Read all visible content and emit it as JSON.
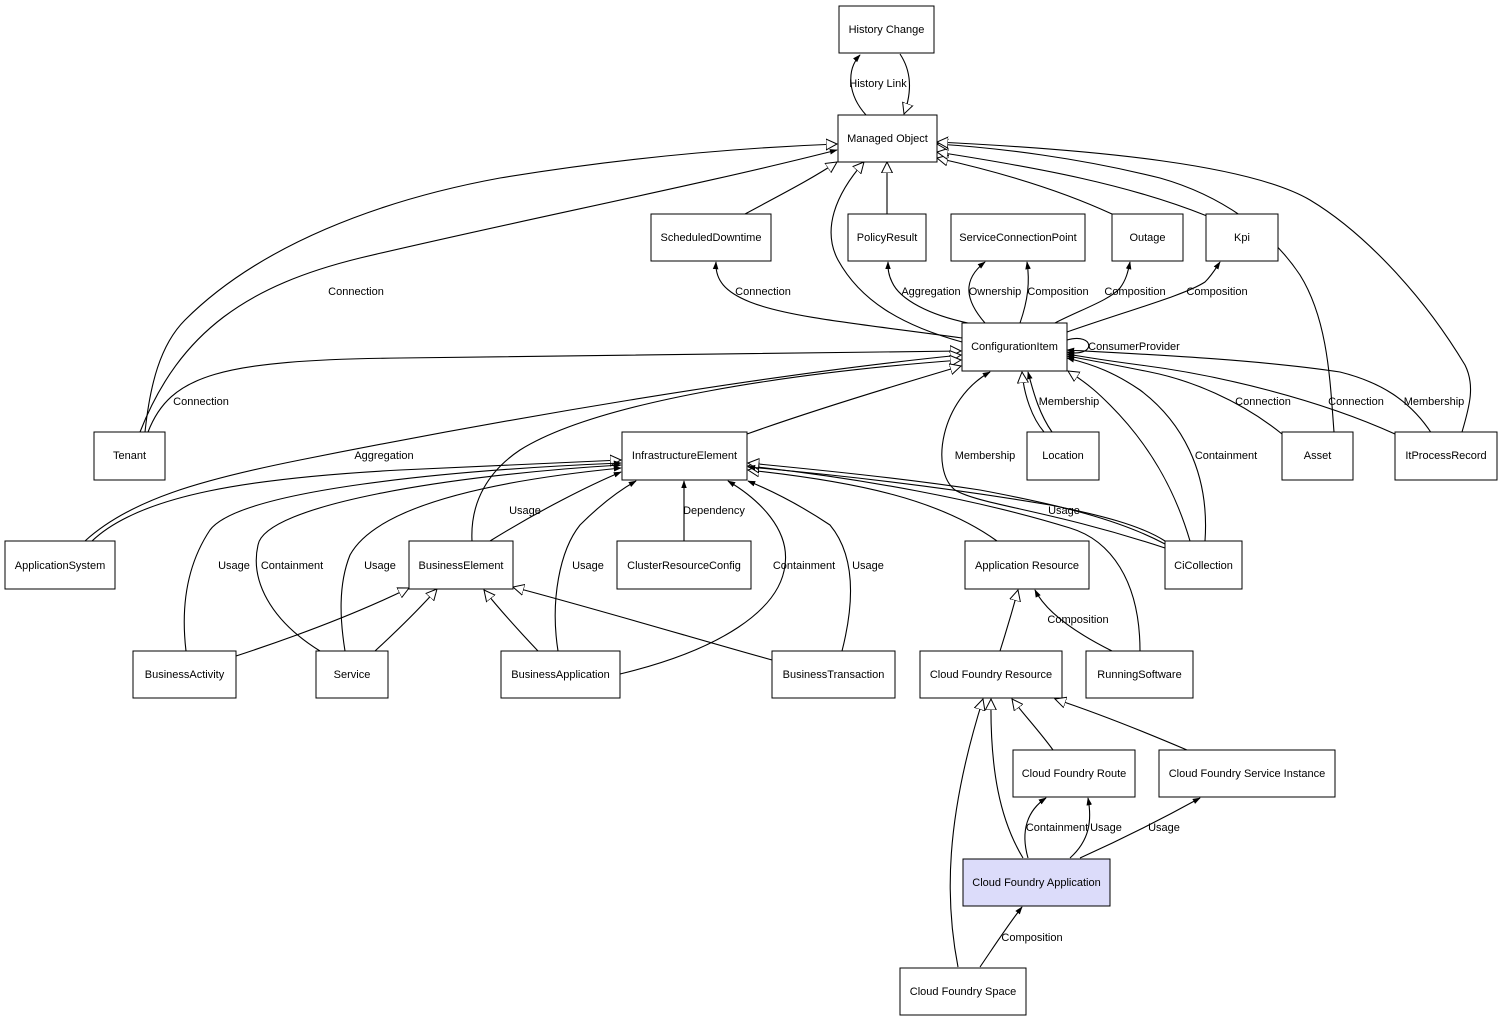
{
  "highlight_color": "#dcdcfa",
  "nodes": {
    "history_change": "History Change",
    "managed_object": "Managed Object",
    "scheduled_downtime": "ScheduledDowntime",
    "policy_result": "PolicyResult",
    "service_connection_point": "ServiceConnectionPoint",
    "outage": "Outage",
    "kpi": "Kpi",
    "configuration_item": "ConfigurationItem",
    "tenant": "Tenant",
    "infrastructure_element": "InfrastructureElement",
    "location": "Location",
    "asset": "Asset",
    "it_process_record": "ItProcessRecord",
    "application_system": "ApplicationSystem",
    "business_element": "BusinessElement",
    "cluster_resource_config": "ClusterResourceConfig",
    "application_resource": "Application Resource",
    "ci_collection": "CiCollection",
    "business_activity": "BusinessActivity",
    "service": "Service",
    "business_application": "BusinessApplication",
    "business_transaction": "BusinessTransaction",
    "cf_resource": "Cloud Foundry Resource",
    "running_software": "RunningSoftware",
    "cf_route": "Cloud Foundry Route",
    "cf_service_instance": "Cloud Foundry Service Instance",
    "cf_application": "Cloud Foundry Application",
    "cf_space": "Cloud Foundry Space"
  },
  "edge_labels": {
    "history_link": "History Link",
    "tenant_mo_connection": "Connection",
    "sd_connection": "Connection",
    "pr_aggregation": "Aggregation",
    "scp_ownership": "Ownership",
    "scp_composition": "Composition",
    "outage_composition": "Composition",
    "kpi_composition": "Composition",
    "consumer_provider": "ConsumerProvider",
    "tenant_ci_connection": "Connection",
    "location_membership": "Membership",
    "asset_connection": "Connection",
    "itpr_connection": "Connection",
    "itpr_membership": "Membership",
    "appsys_aggregation": "Aggregation",
    "cic_membership": "Membership",
    "cic_containment": "Containment",
    "be_usage": "Usage",
    "crc_dependency": "Dependency",
    "cic_usage": "Usage",
    "ba_usage": "Usage",
    "svc_containment": "Containment",
    "svc_usage": "Usage",
    "bapp_usage": "Usage",
    "bapp_containment": "Containment",
    "bt_usage": "Usage",
    "rs_composition": "Composition",
    "cfa_route_containment": "Containment",
    "cfa_route_usage": "Usage",
    "cfa_si_usage": "Usage",
    "cfs_composition": "Composition"
  }
}
